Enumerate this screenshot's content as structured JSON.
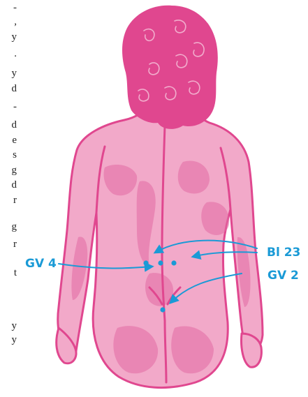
{
  "labels": {
    "bl23": "Bl 23",
    "gv4": "GV 4",
    "gv2": "GV 2"
  },
  "left_text_fragments": [
    "-",
    ",",
    "y",
    ".",
    "y",
    "d",
    "-",
    "d",
    "e",
    "s",
    "g",
    "d",
    "r",
    "g",
    "r",
    "t",
    "y",
    "y"
  ],
  "colors": {
    "ink": "#e0478f",
    "wash": "#f2a9c9",
    "accent": "#1a9ad6"
  },
  "icons": {
    "figure": "woman-back-watercolor-illustration",
    "point": "acupoint-dot-icon",
    "pointer": "curved-arrow-icon"
  }
}
